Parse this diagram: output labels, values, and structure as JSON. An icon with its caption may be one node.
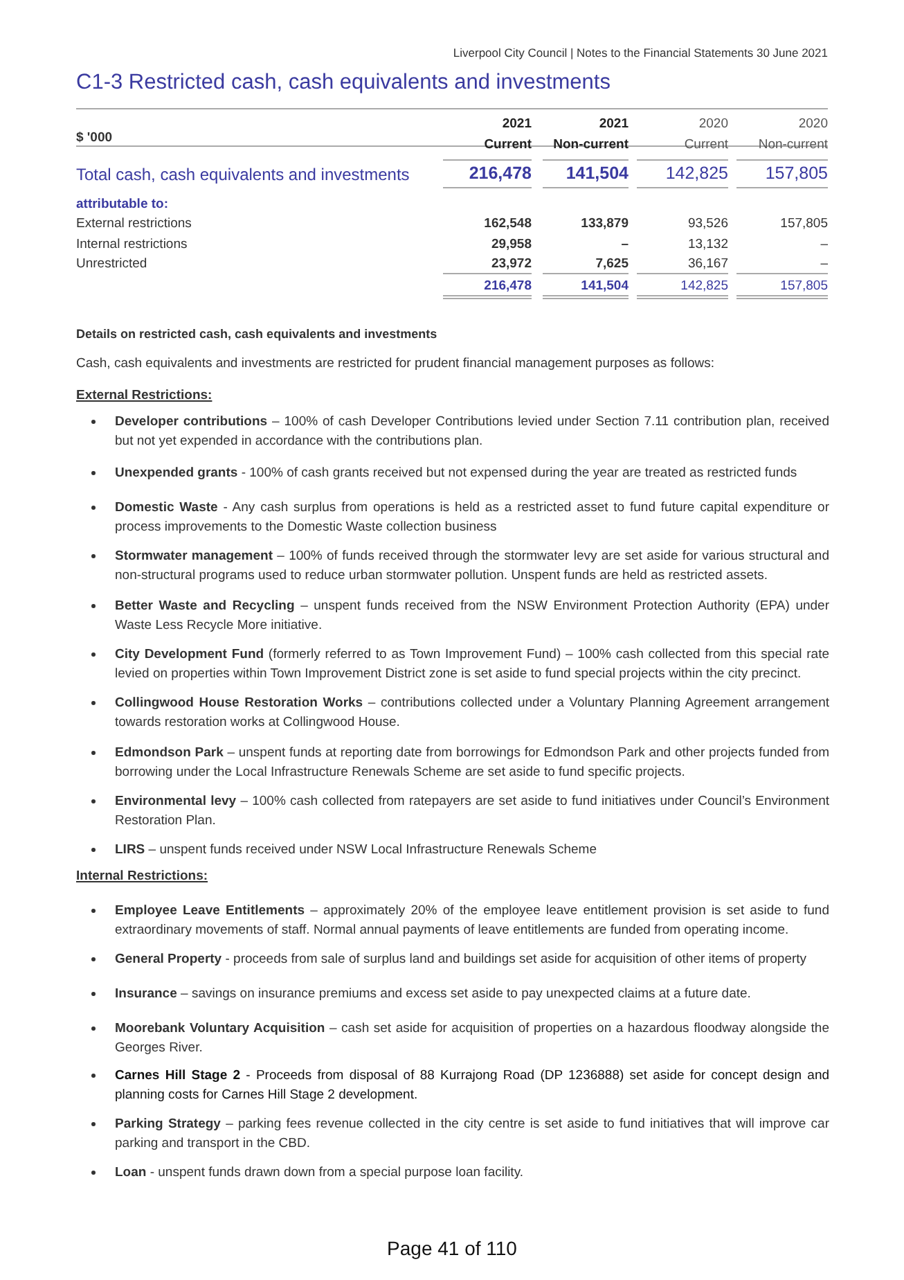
{
  "diagram": {
    "title": "C1-3 Restricted cash, cash equivalents and investments",
    "labels": [
      "Liverpool City Council | Notes to the Financial Statements 30 June 2021",
      "$ '000",
      "2021 Current",
      "2021 Non-current",
      "2020 Current",
      "2020 Non-current",
      "Total cash, cash equivalents and investments",
      "216,478",
      "141,504",
      "142,825",
      "157,805",
      "attributable to:",
      "External restrictions",
      "162,548",
      "133,879",
      "93,526",
      "157,805",
      "Internal restrictions",
      "29,958",
      "–",
      "13,132",
      "–",
      "Unrestricted",
      "23,972",
      "7,625",
      "36,167",
      "–",
      "216,478",
      "141,504",
      "142,825",
      "157,805",
      "Details on restricted cash, cash equivalents and investments",
      "Cash, cash equivalents and investments are restricted for prudent financial management purposes as follows:",
      "External Restrictions:",
      "**Developer contributions** – 100% of cash Developer Contributions levied under Section 7.11 contribution plan, received but not yet expended in accordance with the contributions plan.",
      "**Unexpended grants** - 100% of cash grants received but not expensed during the year are treated as restricted funds",
      "**Domestic Waste** - Any cash surplus from operations is held as a restricted asset to fund future capital expenditure or process improvements to the Domestic Waste collection business",
      "**Stormwater management** – 100% of funds received through the stormwater levy are set aside for various structural and non-structural programs used to reduce urban stormwater pollution. Unspent funds are held as restricted assets.",
      "**Better Waste and Recycling** – unspent funds received from the NSW Environment Protection Authority (EPA) under Waste Less Recycle More initiative.",
      "**City Development Fund** (formerly referred to as Town Improvement Fund) – 100% cash collected from this special rate levied on properties within Town Improvement District zone is set aside to fund special projects within the city precinct.",
      "**Collingwood House Restoration Works** – contributions collected under a Voluntary Planning Agreement arrangement towards restoration works at Collingwood House.",
      "**Edmondson Park** – unspent funds at reporting date from borrowings for Edmondson Park and other projects funded from borrowing under the Local Infrastructure Renewals Scheme are set aside to fund specific projects.",
      "**Environmental levy** – 100% cash collected from ratepayers are set aside to fund initiatives under Council’s Environment Restoration Plan.",
      "**LIRS** – unspent funds received under NSW Local Infrastructure Renewals Scheme",
      "Internal Restrictions:",
      "**Employee Leave Entitlements** – approximately 20% of the employee leave entitlement provision is set aside to fund extraordinary movements of staff. Normal annual payments of leave entitlements are funded from operating income.",
      "**General Property** - proceeds from sale of surplus land and buildings set aside for acquisition of other items of property",
      "**Insurance** – savings on insurance premiums and excess set aside to pay unexpected claims at a future date.",
      "**Moorebank Voluntary Acquisition** – cash set aside for acquisition of properties on a hazardous floodway alongside the Georges River.",
      "**Carnes Hill Stage 2** - Proceeds from disposal of 88 Kurrajong Road (DP 1236888) set aside for concept design and planning costs for Carnes Hill Stage 2 development.",
      "**Parking Strategy** – parking fees revenue collected in the city centre is set aside to fund initiatives that will improve car parking and transport in the CBD.",
      "**Loan** - unspent funds drawn down from a special purpose loan facility.",
      "Page 41 of 110"
    ]
  }
}
